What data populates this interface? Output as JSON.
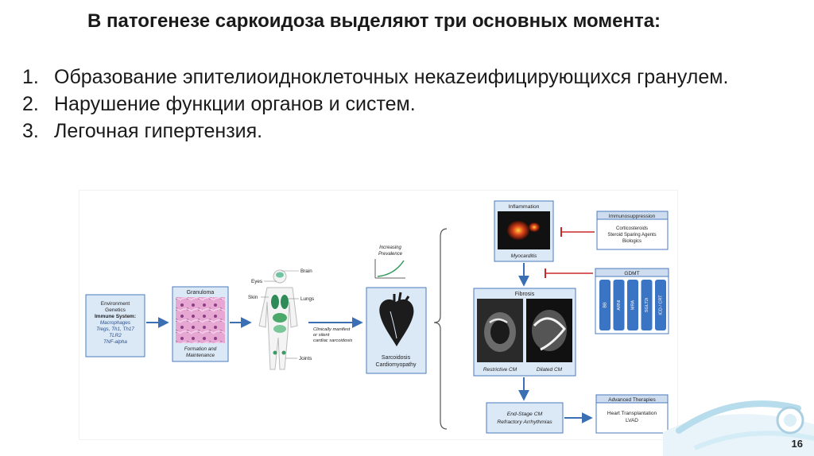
{
  "slide": {
    "title": "В патогенезе саркоидоза выделяют три основных момента:",
    "points": [
      {
        "num": "1.",
        "text": "Образование эпителиоидноклеточных некazeифицирующихся гранулем."
      },
      {
        "num": "2.",
        "text": "Нарушение функции органов и систем."
      },
      {
        "num": "3.",
        "text": "Легочная гипертензия."
      }
    ],
    "page_number": "16"
  },
  "figure": {
    "factors": {
      "lines": [
        "Environment",
        "Genetics",
        "Immune System:"
      ],
      "italic_lines": [
        "Macrophages",
        "Tregs, Th1, Th17",
        "TLR2",
        "TNF-alpha"
      ]
    },
    "granuloma": {
      "title": "Granuloma",
      "caption": [
        "Formation and",
        "Maintenance"
      ]
    },
    "body": {
      "labels": {
        "brain": "Brain",
        "eyes": "Eyes",
        "skin": "Skin",
        "lungs": "Lungs",
        "joints": "Joints"
      }
    },
    "prevalence": [
      "Increasing",
      "Prevalence"
    ],
    "clinical": [
      "Clinically manifest",
      "or silent",
      "cardiac sarcoidosis"
    ],
    "cardiomyopathy": [
      "Sarcoidosis",
      "Cardiomyopathy"
    ],
    "inflammation": {
      "title": "Inflammation",
      "caption": "Myocarditis"
    },
    "immunosuppression": {
      "title": "Immunosuppression",
      "items": [
        "Corticosteroids",
        "Steroid Sparing Agents",
        "Biologics"
      ]
    },
    "fibrosis": {
      "title": "Fibrosis",
      "captions": [
        "Restrictive CM",
        "Dilated CM"
      ]
    },
    "gdmt": {
      "title": "GDMT",
      "bars": [
        "BB",
        "ARNI",
        "MRA",
        "SGLT2i",
        "ICD / CRT"
      ]
    },
    "endstage": [
      "End-Stage CM",
      "Refractory Arrhythmias"
    ],
    "advanced": {
      "title": "Advanced Therapies",
      "items": [
        "Heart Transplantation",
        "LVAD"
      ]
    },
    "colors": {
      "box_fill": "#dbe8f6",
      "box_stroke": "#4a7bbf",
      "header_fill": "#cddcef",
      "arrow": "#3a6fb4",
      "inhibit": "#c8282a",
      "gdmt_bar": "#3a74c4",
      "granuloma": "#d48fbd"
    }
  }
}
